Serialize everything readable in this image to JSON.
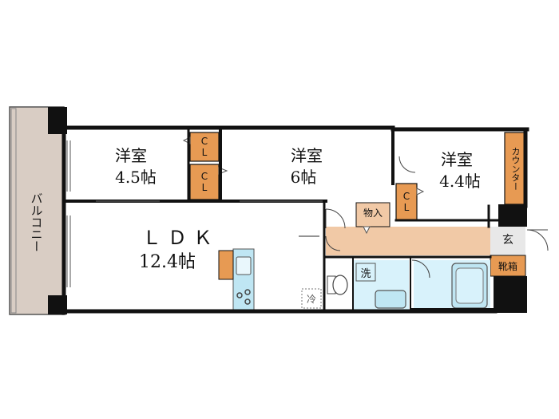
{
  "rooms": {
    "room_a": {
      "name": "洋室",
      "size": "4.5帖"
    },
    "room_b": {
      "name": "洋室",
      "size": "6帖"
    },
    "room_c": {
      "name": "洋室",
      "size": "4.4帖"
    },
    "ldk": {
      "name": "ＬＤＫ",
      "size": "12.4帖"
    }
  },
  "labels": {
    "balcony": "バルコニー",
    "closet": "CL",
    "storage": "物入",
    "counter": "カウンター",
    "entrance": "玄",
    "shoe_box": "靴箱",
    "washer": "洗",
    "fridge": "冷"
  },
  "colors": {
    "wall": "#111111",
    "balcony_fill": "#d9cdc4",
    "closet_fill": "#e79a53",
    "hallway_fill": "#f1c9a6",
    "bath_fill": "#d8f2fb",
    "floor": "#ffffff",
    "fixture": "#bfe6f3"
  }
}
